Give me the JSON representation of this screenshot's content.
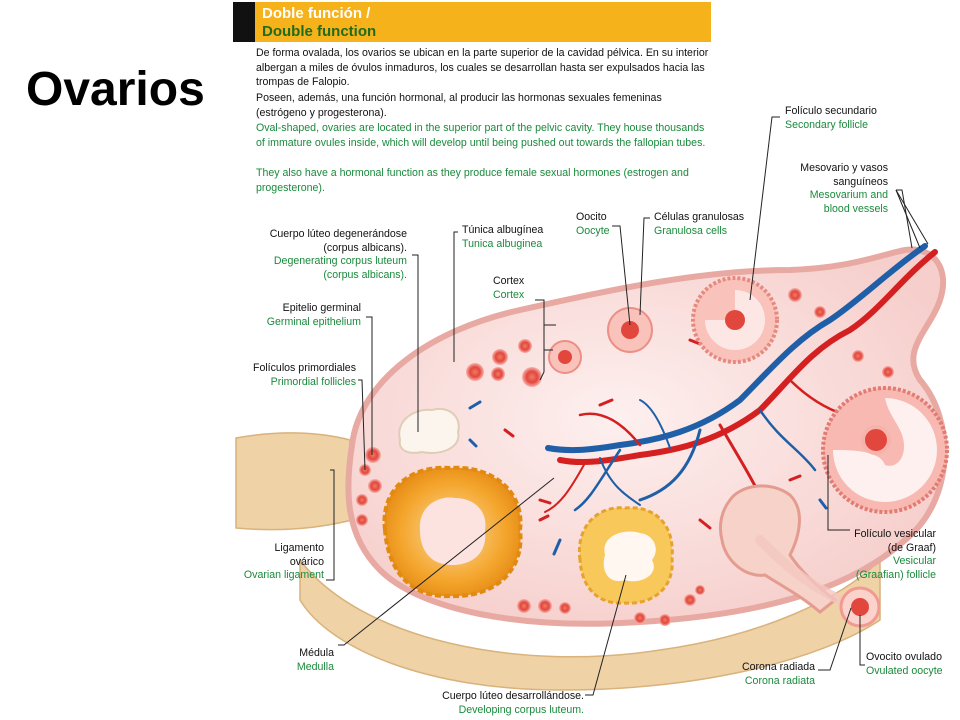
{
  "slide": {
    "title": "Ovarios"
  },
  "header": {
    "title_es": "Doble función /",
    "title_en": "Double function"
  },
  "description": {
    "es_1": "De forma ovalada, los ovarios se ubican en la parte superior de la cavidad pélvica. En su interior albergan a miles de óvulos inmaduros, los cuales se desarrollan hasta ser expulsados hacia las trompas de Falopio.",
    "es_2": "Poseen, además, una función hormonal, al producir las hormonas sexuales femeninas (estrógeno y progesterona).",
    "en_1": "Oval-shaped, ovaries are located in the superior part of the pelvic cavity. They house thousands of immature ovules inside, which will develop until being pushed out towards the fallopian tubes.",
    "en_2": "They also have a hormonal function as they produce female sexual hormones (estrogen and progesterone)."
  },
  "labels": {
    "corpus_albicans": {
      "es_1": "Cuerpo lúteo degenerándose",
      "es_2": "(corpus albicans).",
      "en_1": "Degenerating corpus luteum",
      "en_2": "(corpus albicans)."
    },
    "tunica": {
      "es": "Túnica albugínea",
      "en": "Tunica albuginea"
    },
    "oocyte": {
      "es": "Oocito",
      "en": "Oocyte"
    },
    "granulosa": {
      "es": "Células granulosas",
      "en": "Granulosa cells"
    },
    "secondary_follicle": {
      "es": "Folículo secundario",
      "en": "Secondary follicle"
    },
    "mesovarium": {
      "es_1": "Mesovario y vasos",
      "es_2": "sanguíneos",
      "en_1": "Mesovarium and",
      "en_2": "blood vessels"
    },
    "cortex": {
      "es": "Cortex",
      "en": "Cortex"
    },
    "germinal_epithelium": {
      "es": "Epitelio germinal",
      "en": "Germinal epithelium"
    },
    "primordial_follicles": {
      "es": "Folículos primordiales",
      "en": "Primordial follicles"
    },
    "ovarian_ligament": {
      "es_1": "Ligamento",
      "es_2": "ovárico",
      "en": "Ovarian ligament"
    },
    "medulla": {
      "es": "Médula",
      "en": "Medulla"
    },
    "developing_corpus_luteum": {
      "es": "Cuerpo lúteo desarrollándose.",
      "en": "Developing corpus luteum."
    },
    "corona_radiata": {
      "es": "Corona radiada",
      "en": "Corona radiata"
    },
    "ovulated_oocyte": {
      "es": "Ovocito ovulado",
      "en": "Ovulated oocyte"
    },
    "vesicular_follicle": {
      "es_1": "Folículo vesicular",
      "es_2": "(de Graaf)",
      "en_1": "Vesicular",
      "en_2": "(Graafian) follicle"
    }
  },
  "colors": {
    "header_bar": "#f6b21a",
    "spanish_text": "#111111",
    "english_text": "#1a8a3c",
    "ovary_fill": "#fbe3e1",
    "follicle": "#e7544a",
    "artery": "#d42020",
    "vein": "#1f5fa8",
    "corpus_luteum": "#f2a227"
  }
}
